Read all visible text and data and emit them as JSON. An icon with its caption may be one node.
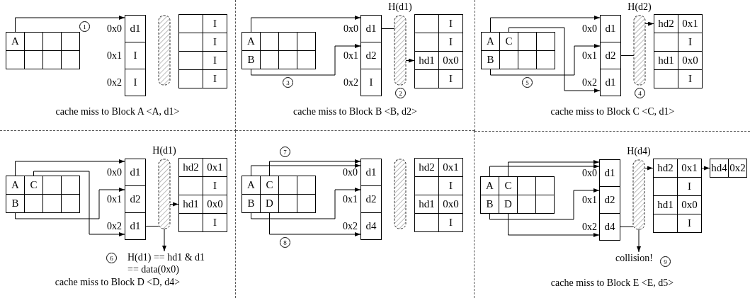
{
  "diagram": {
    "nodes": [
      {
        "text": [
          "cache miss to Block A <A, d1>"
        ]
      },
      {
        "text": [
          "A"
        ],
        "in": 0
      },
      {
        "text": [],
        "shape": "box",
        "in": 0
      },
      {
        "text": [],
        "shape": "box",
        "in": 0
      },
      {
        "text": [],
        "shape": "box",
        "in": 0
      },
      {
        "text": [],
        "shape": "box",
        "in": 0
      },
      {
        "text": [],
        "shape": "box",
        "in": 0
      },
      {
        "text": [],
        "shape": "box",
        "in": 0
      },
      {
        "text": [],
        "shape": "box",
        "in": 0
      },
      {
        "text": [
          "d1"
        ],
        "beside": [
          "0x0"
        ],
        "in": 0
      },
      {
        "text": [
          "I"
        ],
        "beside": [
          "0x1"
        ],
        "in": 0
      },
      {
        "text": [
          "I"
        ],
        "beside": [
          "0x2"
        ],
        "in": 0
      },
      {
        "text": [],
        "shape": "bar",
        "in": 0
      },
      {
        "text": [],
        "shape": "box",
        "in": 0
      },
      {
        "text": [
          "I"
        ],
        "in": 0
      },
      {
        "text": [],
        "shape": "box",
        "in": 0
      },
      {
        "text": [
          "I"
        ],
        "in": 0
      },
      {
        "text": [],
        "shape": "box",
        "in": 0
      },
      {
        "text": [
          "I"
        ],
        "in": 0
      },
      {
        "text": [],
        "shape": "box",
        "in": 0
      },
      {
        "text": [
          "I"
        ],
        "in": 0
      },
      {
        "text": [
          "cache miss to Block B <B, d2>"
        ]
      },
      {
        "text": [
          "A"
        ],
        "in": 21
      },
      {
        "text": [],
        "shape": "box",
        "in": 21
      },
      {
        "text": [],
        "shape": "box",
        "in": 21
      },
      {
        "text": [],
        "shape": "box",
        "in": 21
      },
      {
        "text": [
          "B"
        ],
        "in": 21
      },
      {
        "text": [],
        "shape": "box",
        "in": 21
      },
      {
        "text": [],
        "shape": "box",
        "in": 21
      },
      {
        "text": [],
        "shape": "box",
        "in": 21
      },
      {
        "text": [
          "d1"
        ],
        "beside": [
          "0x0"
        ],
        "in": 21
      },
      {
        "text": [
          "d2"
        ],
        "beside": [
          "0x1"
        ],
        "in": 21
      },
      {
        "text": [
          "I"
        ],
        "beside": [
          "0x2"
        ],
        "in": 21
      },
      {
        "text": [
          "H(d1)"
        ],
        "in": 21
      },
      {
        "text": [],
        "shape": "box",
        "in": 21
      },
      {
        "text": [
          "I"
        ],
        "in": 21
      },
      {
        "text": [],
        "shape": "box",
        "in": 21
      },
      {
        "text": [
          "I"
        ],
        "in": 21
      },
      {
        "text": [
          "hd1"
        ],
        "in": 21
      },
      {
        "text": [
          "0x0"
        ],
        "in": 21
      },
      {
        "text": [],
        "shape": "box",
        "in": 21
      },
      {
        "text": [
          "I"
        ],
        "in": 21
      },
      {
        "text": [
          "cache miss to Block C <C, d1>"
        ]
      },
      {
        "text": [
          "A"
        ],
        "in": 42
      },
      {
        "text": [
          "C"
        ],
        "in": 42
      },
      {
        "text": [],
        "shape": "box",
        "in": 42
      },
      {
        "text": [],
        "shape": "box",
        "in": 42
      },
      {
        "text": [
          "B"
        ],
        "in": 42
      },
      {
        "text": [],
        "shape": "box",
        "in": 42
      },
      {
        "text": [],
        "shape": "box",
        "in": 42
      },
      {
        "text": [],
        "shape": "box",
        "in": 42
      },
      {
        "text": [
          "d1"
        ],
        "beside": [
          "0x0"
        ],
        "in": 42
      },
      {
        "text": [
          "d2"
        ],
        "beside": [
          "0x1"
        ],
        "in": 42
      },
      {
        "text": [
          "d1"
        ],
        "beside": [
          "0x2"
        ],
        "in": 42
      },
      {
        "text": [
          "H(d2)"
        ],
        "in": 42
      },
      {
        "text": [
          "hd2"
        ],
        "in": 42
      },
      {
        "text": [
          "0x1"
        ],
        "in": 42
      },
      {
        "text": [],
        "shape": "box",
        "in": 42
      },
      {
        "text": [
          "I"
        ],
        "in": 42
      },
      {
        "text": [
          "hd1"
        ],
        "in": 42
      },
      {
        "text": [
          "0x0"
        ],
        "in": 42
      },
      {
        "text": [],
        "shape": "box",
        "in": 42
      },
      {
        "text": [
          "I"
        ],
        "in": 42
      },
      {
        "text": [
          "cache miss to Block D <D, d4>"
        ]
      },
      {
        "text": [
          "A"
        ],
        "in": 63
      },
      {
        "text": [
          "C"
        ],
        "in": 63
      },
      {
        "text": [],
        "shape": "box",
        "in": 63
      },
      {
        "text": [],
        "shape": "box",
        "in": 63
      },
      {
        "text": [
          "B"
        ],
        "in": 63
      },
      {
        "text": [],
        "shape": "box",
        "in": 63
      },
      {
        "text": [],
        "shape": "box",
        "in": 63
      },
      {
        "text": [],
        "shape": "box",
        "in": 63
      },
      {
        "text": [
          "d1"
        ],
        "beside": [
          "0x0"
        ],
        "in": 63
      },
      {
        "text": [
          "d2"
        ],
        "beside": [
          "0x1"
        ],
        "in": 63
      },
      {
        "text": [
          "d1"
        ],
        "beside": [
          "0x2"
        ],
        "in": 63
      },
      {
        "text": [
          "H(d1)"
        ],
        "in": 63
      },
      {
        "text": [
          "hd2"
        ],
        "in": 63
      },
      {
        "text": [
          "0x1"
        ],
        "in": 63
      },
      {
        "text": [],
        "shape": "box",
        "in": 63
      },
      {
        "text": [
          "I"
        ],
        "in": 63
      },
      {
        "text": [
          "hd1"
        ],
        "in": 63
      },
      {
        "text": [
          "0x0"
        ],
        "in": 63
      },
      {
        "text": [],
        "shape": "box",
        "in": 63
      },
      {
        "text": [
          "I"
        ],
        "in": 63
      },
      {
        "text": [
          "H(d1) == hd1 & d1 == data(0x0)"
        ],
        "in": 63
      },
      {
        "text": [],
        "shape": "box"
      },
      {
        "text": [
          "A"
        ],
        "in": 85
      },
      {
        "text": [
          "C"
        ],
        "in": 85
      },
      {
        "text": [],
        "shape": "box",
        "in": 85
      },
      {
        "text": [],
        "shape": "box",
        "in": 85
      },
      {
        "text": [
          "B"
        ],
        "in": 85
      },
      {
        "text": [
          "D"
        ],
        "in": 85
      },
      {
        "text": [],
        "shape": "box",
        "in": 85
      },
      {
        "text": [],
        "shape": "box",
        "in": 85
      },
      {
        "text": [
          "d1"
        ],
        "beside": [
          "0x0"
        ],
        "in": 85
      },
      {
        "text": [
          "d2"
        ],
        "beside": [
          "0x1"
        ],
        "in": 85
      },
      {
        "text": [
          "d4"
        ],
        "beside": [
          "0x2"
        ],
        "in": 85
      },
      {
        "text": [],
        "shape": "bar",
        "in": 85
      },
      {
        "text": [
          "hd2"
        ],
        "in": 85
      },
      {
        "text": [
          "0x1"
        ],
        "in": 85
      },
      {
        "text": [],
        "shape": "box",
        "in": 85
      },
      {
        "text": [
          "I"
        ],
        "in": 85
      },
      {
        "text": [
          "hd1"
        ],
        "in": 85
      },
      {
        "text": [
          "0x0"
        ],
        "in": 85
      },
      {
        "text": [],
        "shape": "box",
        "in": 85
      },
      {
        "text": [
          "I"
        ],
        "in": 85
      },
      {
        "text": [
          "cache miss to Block E <E, d5>"
        ]
      },
      {
        "text": [
          "A"
        ],
        "in": 106
      },
      {
        "text": [
          "C"
        ],
        "in": 106
      },
      {
        "text": [],
        "shape": "box",
        "in": 106
      },
      {
        "text": [],
        "shape": "box",
        "in": 106
      },
      {
        "text": [
          "B"
        ],
        "in": 106
      },
      {
        "text": [
          "D"
        ],
        "in": 106
      },
      {
        "text": [],
        "shape": "box",
        "in": 106
      },
      {
        "text": [],
        "shape": "box",
        "in": 106
      },
      {
        "text": [
          "d1"
        ],
        "beside": [
          "0x0"
        ],
        "in": 106
      },
      {
        "text": [
          "d2"
        ],
        "beside": [
          "0x1"
        ],
        "in": 106
      },
      {
        "text": [
          "d4"
        ],
        "beside": [
          "0x2"
        ],
        "in": 106
      },
      {
        "text": [
          "H(d4)"
        ],
        "in": 106
      },
      {
        "text": [
          "hd2"
        ],
        "in": 106
      },
      {
        "text": [
          "0x1"
        ],
        "in": 106
      },
      {
        "text": [],
        "shape": "box",
        "in": 106
      },
      {
        "text": [
          "I"
        ],
        "in": 106
      },
      {
        "text": [
          "hd1"
        ],
        "in": 106
      },
      {
        "text": [
          "0x0"
        ],
        "in": 106
      },
      {
        "text": [],
        "shape": "box",
        "in": 106
      },
      {
        "text": [
          "I"
        ],
        "in": 106
      },
      {
        "text": [
          "collision!"
        ],
        "in": 106
      },
      {
        "text": [
          "hd4"
        ],
        "in": 106
      },
      {
        "text": [
          "0x2"
        ],
        "in": 106
      }
    ],
    "edges": [
      {
        "from": 1,
        "to": 9,
        "arrow": "to"
      },
      {
        "from": 22,
        "to": 30,
        "arrow": "to"
      },
      {
        "from": 26,
        "to": 31,
        "arrow": "to"
      },
      {
        "from": 30,
        "to": 33,
        "arrow": "none"
      },
      {
        "from": 33,
        "to": 38,
        "arrow": "to"
      },
      {
        "from": 43,
        "to": 51,
        "arrow": "to"
      },
      {
        "from": 47,
        "to": 52,
        "arrow": "to"
      },
      {
        "from": 44,
        "to": 53,
        "arrow": "to"
      },
      {
        "from": 52,
        "to": 54,
        "arrow": "none"
      },
      {
        "from": 54,
        "to": 55,
        "arrow": "to"
      },
      {
        "from": 64,
        "to": 72,
        "arrow": "to"
      },
      {
        "from": 68,
        "to": 73,
        "arrow": "to"
      },
      {
        "from": 65,
        "to": 74,
        "arrow": "to"
      },
      {
        "from": 74,
        "to": 75,
        "arrow": "none"
      },
      {
        "from": 75,
        "to": 80,
        "arrow": "to"
      },
      {
        "from": 75,
        "to": 84,
        "arrow": "to"
      },
      {
        "from": 87,
        "to": 94,
        "arrow": "to"
      },
      {
        "from": 86,
        "to": 94,
        "arrow": "to"
      },
      {
        "from": 90,
        "to": 95,
        "arrow": "to"
      },
      {
        "from": 91,
        "to": 96,
        "arrow": "to"
      },
      {
        "from": 108,
        "to": 115,
        "arrow": "to"
      },
      {
        "from": 107,
        "to": 115,
        "arrow": "to"
      },
      {
        "from": 111,
        "to": 116,
        "arrow": "to"
      },
      {
        "from": 112,
        "to": 117,
        "arrow": "to"
      },
      {
        "from": 117,
        "to": 118,
        "arrow": "none"
      },
      {
        "from": 118,
        "to": 119,
        "arrow": "to"
      },
      {
        "from": 120,
        "to": 128,
        "arrow": "to"
      },
      {
        "from": 118,
        "to": 127,
        "arrow": "to"
      }
    ],
    "labels": [
      "1",
      "2",
      "3",
      "4",
      "5",
      "6",
      "7",
      "8",
      "9"
    ]
  }
}
